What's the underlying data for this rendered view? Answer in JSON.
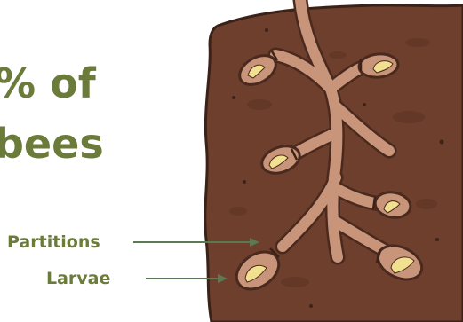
{
  "heading": {
    "line1": "% of",
    "line2": "bees"
  },
  "labels": {
    "partitions": "Partitions",
    "larvae": "Larvae"
  },
  "colors": {
    "text_accent": "#6b7b3a",
    "soil": "#6e3f2c",
    "soil_edge": "#3b2117",
    "tunnel": "#c9957a",
    "tunnel_edge": "#4a2a1e",
    "larva": "#f1e08f",
    "arrow": "#5b7a52"
  }
}
